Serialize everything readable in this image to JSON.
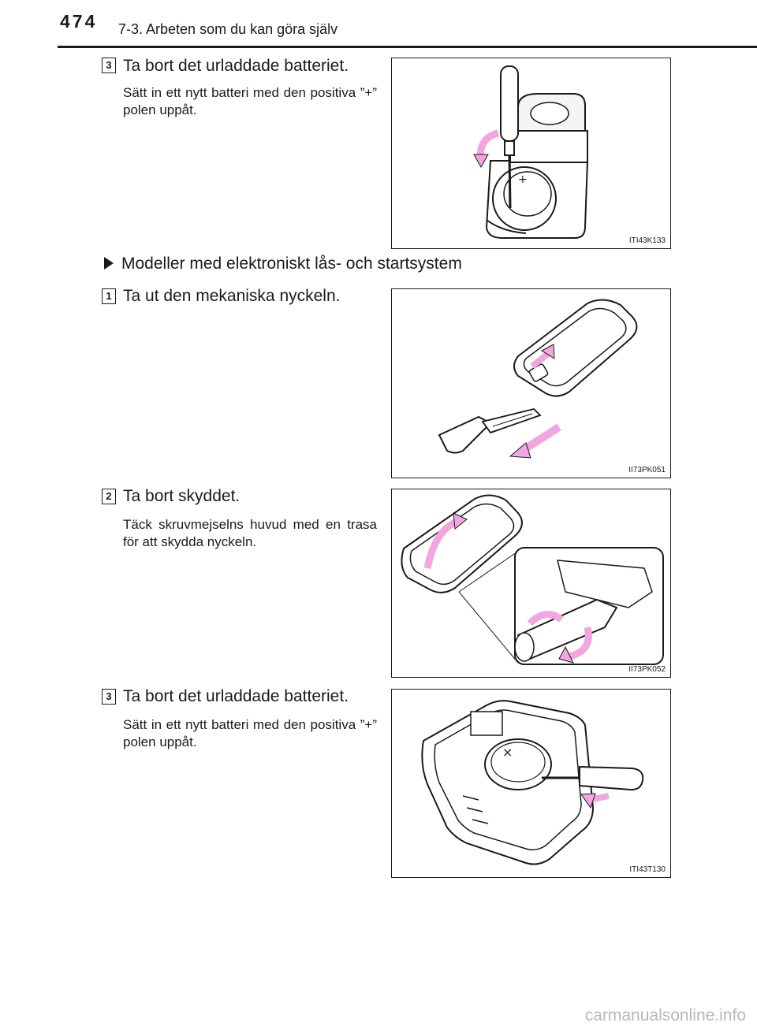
{
  "header": {
    "page_number": "474",
    "section_title": "7-3. Arbeten som du kan göra själv"
  },
  "steps": [
    {
      "number": "3",
      "title": "Ta bort det urladdade batteriet.",
      "note": "Sätt in ett nytt batteri med den positiva ”+” polen uppåt.",
      "figure_code": "ITI43K133"
    },
    {
      "number": "1",
      "title": "Ta ut den mekaniska nyckeln.",
      "note": "",
      "figure_code": "II73PK051"
    },
    {
      "number": "2",
      "title": "Ta bort skyddet.",
      "note": "Täck skruvmejselns huvud med en trasa för att skydda nyckeln.",
      "figure_code": "II73PK052"
    },
    {
      "number": "3",
      "title": "Ta bort det urladdade batteriet.",
      "note": "Sätt in ett nytt batteri med den positiva ”+” polen uppåt.",
      "figure_code": "ITI43T130"
    }
  ],
  "subsection": {
    "title": "Modeller med elektroniskt lås- och startsystem",
    "icon": "triangle-bullet-icon"
  },
  "watermark": "carmanualsonline.info",
  "colors": {
    "text": "#1a1a1a",
    "arrow": "#f2a6df",
    "watermark": "#b8b8b8"
  }
}
